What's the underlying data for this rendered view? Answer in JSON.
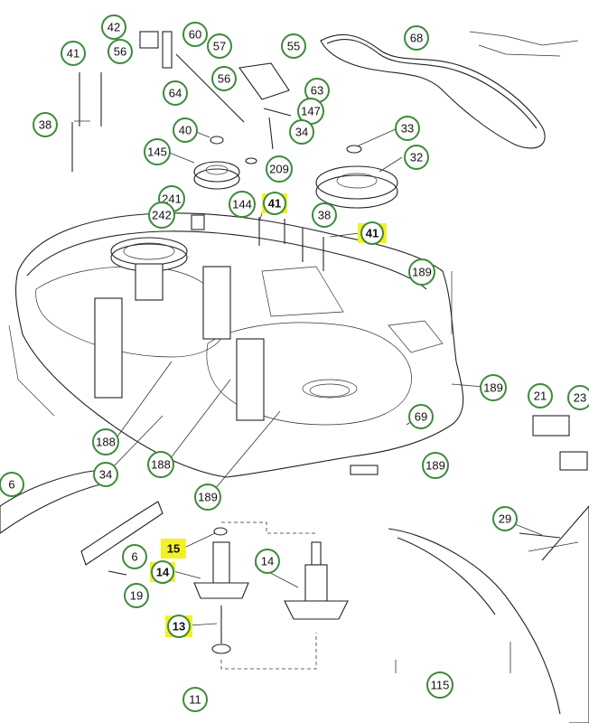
{
  "callouts": [
    "42",
    "60",
    "57",
    "55",
    "68",
    "41",
    "56",
    "56",
    "64",
    "63",
    "147",
    "38",
    "34",
    "40",
    "145",
    "209",
    "33",
    "32",
    "241",
    "242",
    "144",
    "41",
    "38",
    "41",
    "189",
    "69",
    "189",
    "21",
    "23",
    "188",
    "34",
    "188",
    "189",
    "189",
    "6",
    "6",
    "19",
    "15",
    "14",
    "14",
    "13",
    "29",
    "11",
    "115"
  ],
  "highlighted": [
    "41",
    "41",
    "15",
    "14",
    "13"
  ]
}
